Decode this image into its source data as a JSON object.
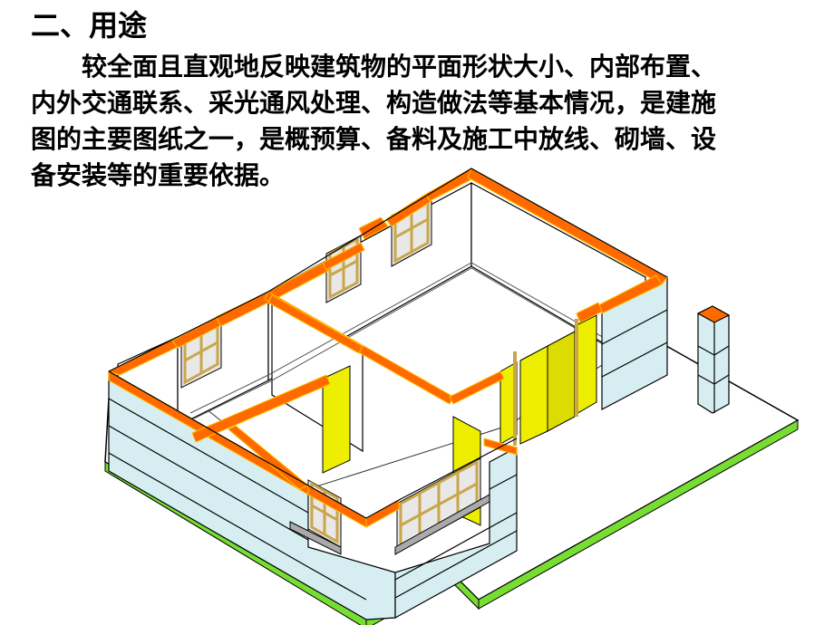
{
  "heading": "二、用途",
  "paragraph_lines": [
    "较全面且直观地反映建筑物的平面形状大小、内部布置、",
    "内外交通联系、采光通风处理、构造做法等基本情况，是建施",
    "图的主要图纸之一，是概预算、备料及施工中放线、砌墙、设",
    "备安装等的重要依据。"
  ],
  "colors": {
    "wall_top": "#ff6a00",
    "wall_top_inner": "#ffc000",
    "exterior_wall": "#d6eef2",
    "interior_wall": "#ffffff",
    "ground_top": "#ffffff",
    "ground_edge": "#77dd33",
    "door": "#eeee00",
    "window_frame": "#c9a64a",
    "sill": "#aaaaaa"
  },
  "diagram": {
    "subject": "3d-floor-plan-cutaway"
  }
}
